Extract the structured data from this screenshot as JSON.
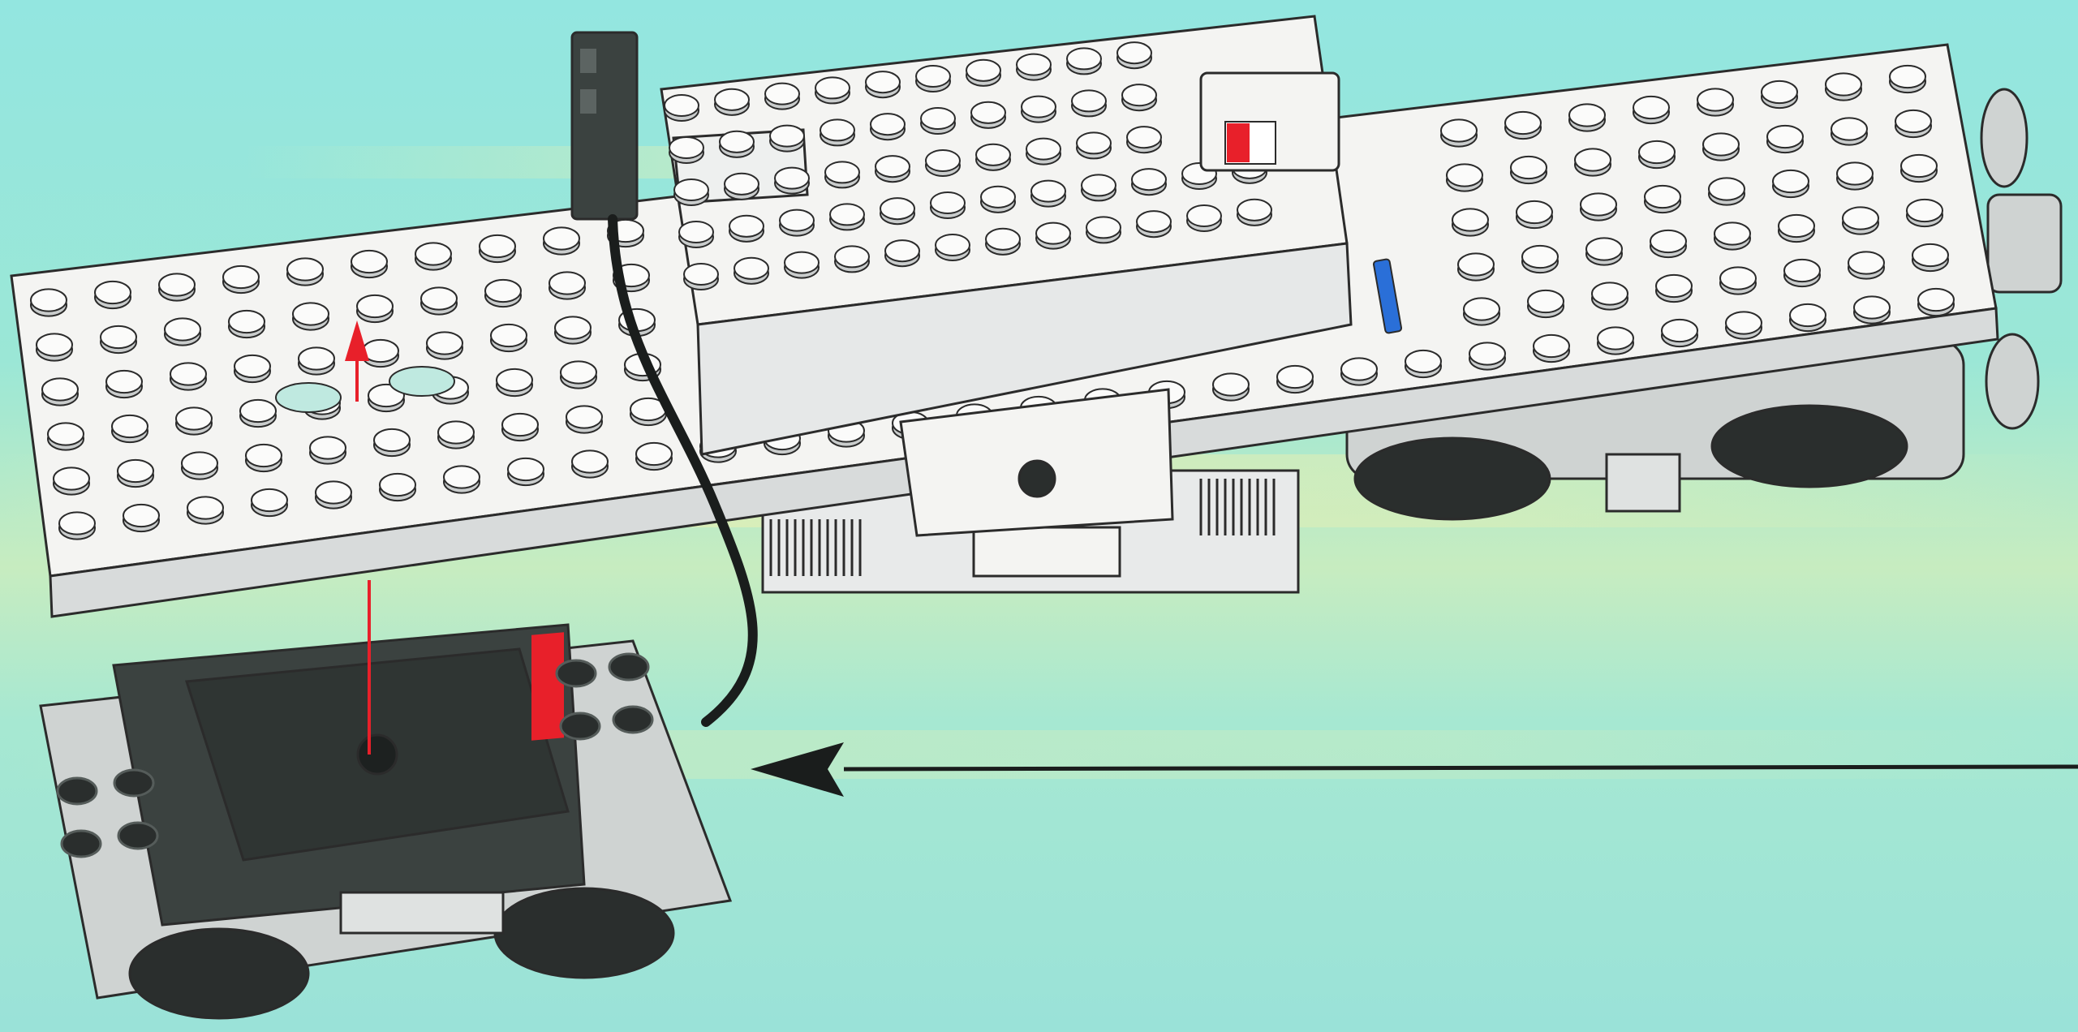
{
  "scene": {
    "type": "building-instruction-step",
    "palette": {
      "bg_cyan": "#8fe3dc",
      "bg_yellow_band": "#d9ecb0",
      "brick_white": "#f4f4f2",
      "brick_shadow": "#c9cccc",
      "stud_edge": "#a8acac",
      "dark_gray": "#3b4240",
      "mid_gray": "#9aa09f",
      "light_gray": "#cfd3d2",
      "wheel_black": "#2a2e2d",
      "red": "#e8202a",
      "blue": "#2a6fd8",
      "outline": "#2b2b2b"
    },
    "parts": [
      {
        "name": "baseplate",
        "color": "brick_white"
      },
      {
        "name": "battery-box",
        "color": "brick_white",
        "has_switch": true
      },
      {
        "name": "ir-receiver",
        "color": "dark_gray"
      },
      {
        "name": "train-motor",
        "color": "dark_gray",
        "has_red_marker": true
      },
      {
        "name": "rear-bogie",
        "color": "light_gray"
      },
      {
        "name": "connector-cable",
        "color": "wheel_black"
      }
    ],
    "arrows": [
      {
        "name": "attach-arrow",
        "color": "red",
        "direction": "up"
      },
      {
        "name": "insert-arrow",
        "color": "outline",
        "direction": "left"
      }
    ]
  }
}
